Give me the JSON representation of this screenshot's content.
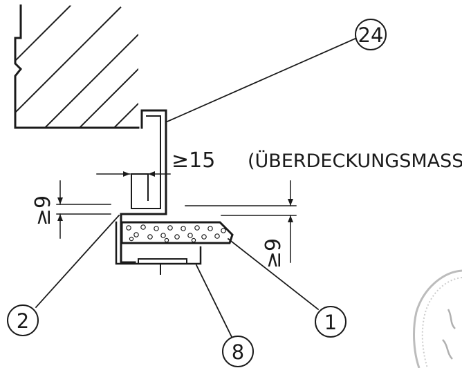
{
  "callouts": {
    "c24": "24",
    "c2": "2",
    "c8": "8",
    "c1": "1"
  },
  "dimensions": {
    "overlap_value": "≥15",
    "overlap_note": "(ÜBERDECKUNGSMASS)",
    "left_value": "≥9",
    "right_value": "≥9"
  },
  "colors": {
    "line": "#1a1a1a",
    "paper": "#ffffff"
  }
}
